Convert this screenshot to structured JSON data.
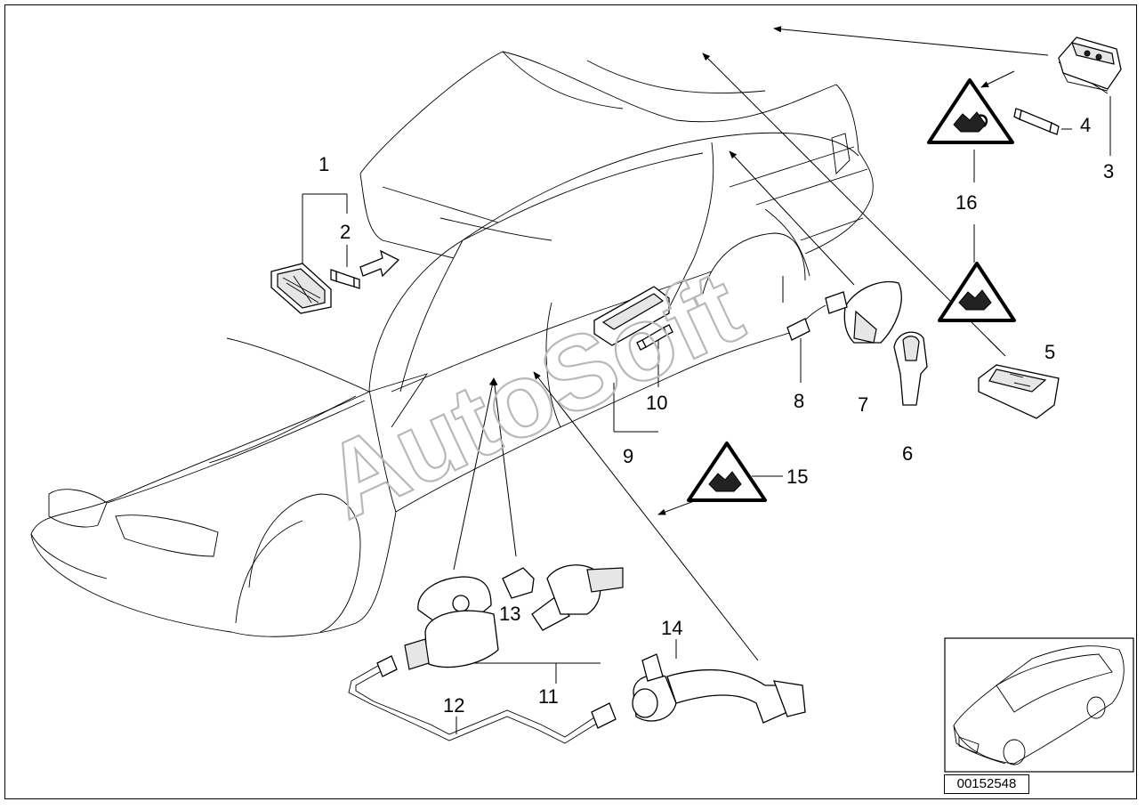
{
  "callouts": {
    "n1": "1",
    "n2": "2",
    "n3": "3",
    "n4": "4",
    "n5": "5",
    "n6": "6",
    "n7": "7",
    "n8": "8",
    "n9": "9",
    "n10": "10",
    "n11": "11",
    "n12": "12",
    "n13": "13",
    "n14": "14",
    "n15": "15",
    "n16": "16"
  },
  "watermark": "AutoSoft",
  "diagram_id": "00152548",
  "icons": [
    "warning-triangle-hand-icon"
  ]
}
